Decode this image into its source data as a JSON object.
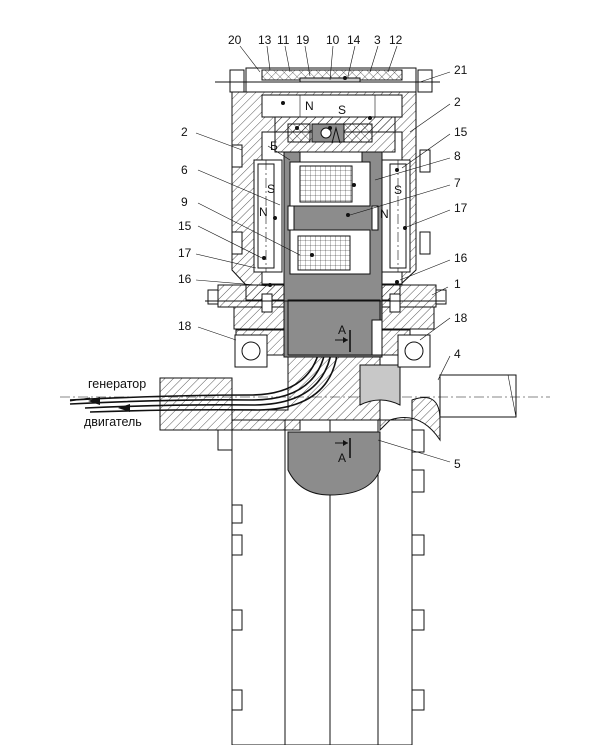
{
  "figure": {
    "part_numbers_top": [
      "20",
      "13",
      "11",
      "19",
      "10",
      "14",
      "3",
      "12"
    ],
    "part_numbers_right": [
      "21",
      "2",
      "15",
      "8",
      "7",
      "17",
      "16",
      "1",
      "18",
      "4",
      "5"
    ],
    "part_numbers_left": [
      "2",
      "6",
      "9",
      "15",
      "17",
      "16",
      "18"
    ],
    "label_b": "Б",
    "section_marker": "А",
    "pole_n": "N",
    "pole_s": "S",
    "wire_label_generator": "генератор",
    "wire_label_motor": "двигатель"
  }
}
